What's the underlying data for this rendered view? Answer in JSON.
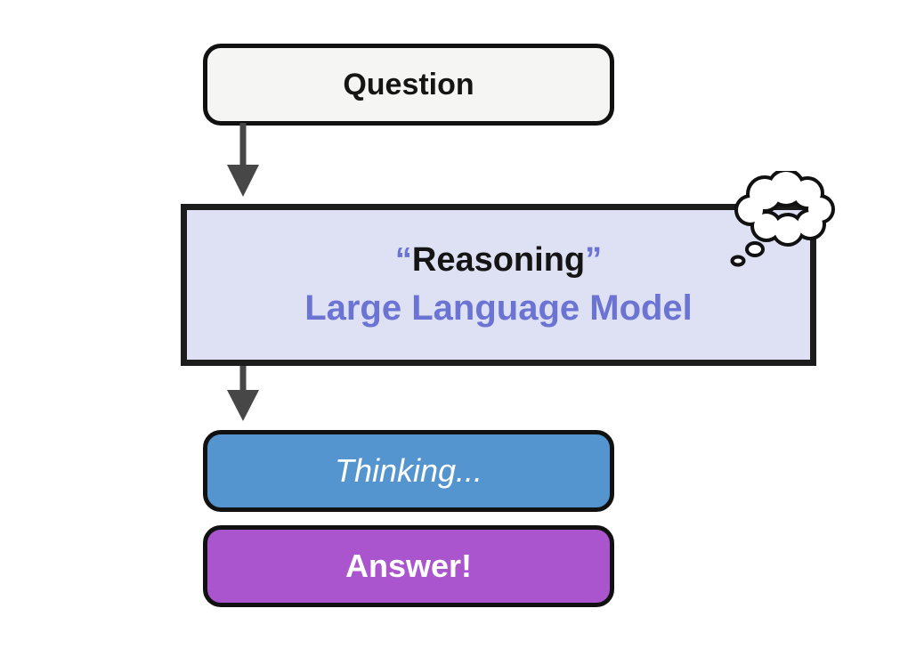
{
  "diagram": {
    "question": {
      "label": "Question"
    },
    "llm": {
      "quote_open": "“",
      "title": "Reasoning",
      "quote_close": "”",
      "subtitle": "Large Language Model"
    },
    "thinking": {
      "label": "Thinking..."
    },
    "answer": {
      "label": "Answer!"
    }
  },
  "icons": {
    "thought_bubble": "thought-bubble-icon",
    "arrows": [
      "arrow-down-icon",
      "arrow-down-icon"
    ]
  },
  "colors": {
    "question_bg": "#f5f5f4",
    "llm_bg": "#dee0f3",
    "llm_accent": "#6b74d2",
    "thinking_bg": "#5495d0",
    "answer_bg": "#aa55cd",
    "arrow": "#474747",
    "border": "#1c1c1c"
  }
}
